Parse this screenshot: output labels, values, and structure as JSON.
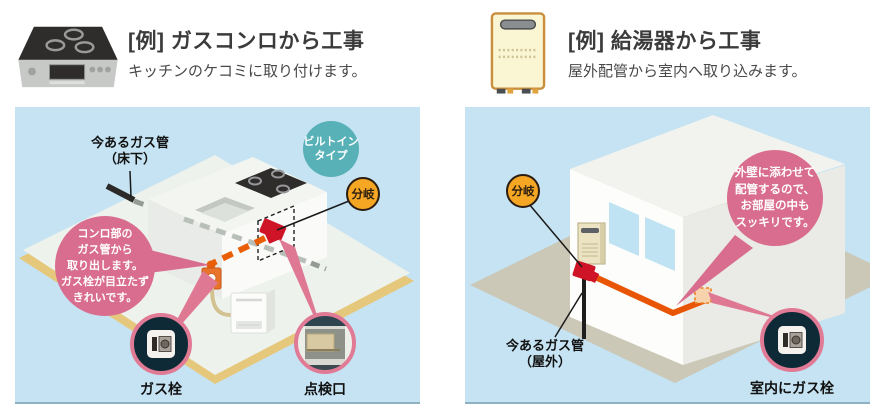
{
  "colors": {
    "panel_bg": "#c5e3f2",
    "accent_pink": "#d96d8f",
    "accent_teal": "#57b1b6",
    "badge_orange": "#f5a622",
    "pipe_orange": "#e85504",
    "fitting_red": "#ce1426",
    "floor_edge_tan": "#e6c87d",
    "ground_gray": "#cbc8b8",
    "callout_ring_pink": "#e07a95"
  },
  "left_panel": {
    "icon": "gas-stove-icon",
    "title": "[例] ガスコンロから工事",
    "subtitle": "キッチンのケコミに取り付けます。",
    "pipe_label": "今あるガス管\n（床下）",
    "builtin_badge": "ビルトイン\nタイプ",
    "branch_badge": "分岐",
    "bubble_note": "コンロ部の\nガス管から\n取り出します。\nガス栓が目立たず\nきれいです。",
    "callout_gas_tap": "ガス栓",
    "callout_inspection_port": "点検口"
  },
  "right_panel": {
    "icon": "water-heater-icon",
    "title": "[例] 給湯器から工事",
    "subtitle": "屋外配管から室内へ取り込みます。",
    "branch_badge": "分岐",
    "bubble_note": "外壁に添わせて\n配管するので、\nお部屋の中も\nスッキリです。",
    "pipe_label": "今あるガス管\n（屋外）",
    "callout_indoor_gas_tap": "室内にガス栓"
  }
}
